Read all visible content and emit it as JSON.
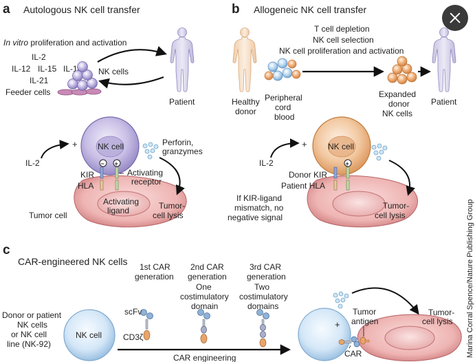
{
  "close_icon": "close-icon",
  "panel_a": {
    "letter": "a",
    "title": "Autologous NK cell transfer",
    "subtitle_italic": "In vitro",
    "subtitle_rest": " proliferation and activation",
    "cytokines": [
      "IL-2",
      "IL-12",
      "IL-15",
      "IL-18",
      "IL-21"
    ],
    "nk_cells": "NK cells",
    "feeder_cells": "Feeder cells",
    "patient": "Patient",
    "il2": "IL-2",
    "plus": "+",
    "nk_cell": "NK cell",
    "perforin": [
      "Perforin,",
      "granzymes"
    ],
    "minus": "−",
    "kir": "KIR",
    "hla": "HLA",
    "activating_receptor": [
      "Activating",
      "receptor"
    ],
    "activating_ligand": [
      "Activating",
      "ligand"
    ],
    "tumor_cell": "Tumor cell",
    "tumor_lysis": [
      "Tumor-",
      "cell lysis"
    ]
  },
  "panel_b": {
    "letter": "b",
    "title": "Allogeneic NK cell transfer",
    "steps": [
      "T cell depletion",
      "NK cell selection",
      "NK cell proliferation and activation"
    ],
    "healthy_donor": [
      "Healthy",
      "donor"
    ],
    "cord_blood": [
      "Peripheral",
      "cord",
      "blood"
    ],
    "expanded": [
      "Expanded",
      "donor",
      "NK cells"
    ],
    "patient": "Patient",
    "nk_cell": "NK cell",
    "il2": "IL-2",
    "plus": "+",
    "donor_kir": "Donor KIR",
    "patient_hla": "Patient HLA",
    "mismatch": [
      "If KIR-ligand",
      "mismatch, no",
      "negative signal"
    ],
    "tumor_lysis": [
      "Tumor-",
      "cell lysis"
    ]
  },
  "panel_c": {
    "letter": "c",
    "title": "CAR-engineered NK cells",
    "gen1": [
      "1st CAR",
      "generation"
    ],
    "gen2": [
      "2nd CAR",
      "generation",
      "One",
      "costimulatory",
      "domain"
    ],
    "gen3": [
      "3rd CAR",
      "generation",
      "Two",
      "costimulatory",
      "domains"
    ],
    "donor": [
      "Donor or patient",
      "NK cells",
      "or NK cell",
      "line (NK-92)"
    ],
    "nk_cell": "NK cell",
    "scfv": "scFv",
    "cd3z": "CD3ζ",
    "car_engineering": "CAR engineering",
    "tumor_antigen": [
      "Tumor",
      "antigen"
    ],
    "car": "CAR",
    "plus": "+",
    "tumor_lysis": [
      "Tumor-",
      "cell lysis"
    ]
  },
  "credit": "Marina Corral Spence/Nature Publishing Group"
}
